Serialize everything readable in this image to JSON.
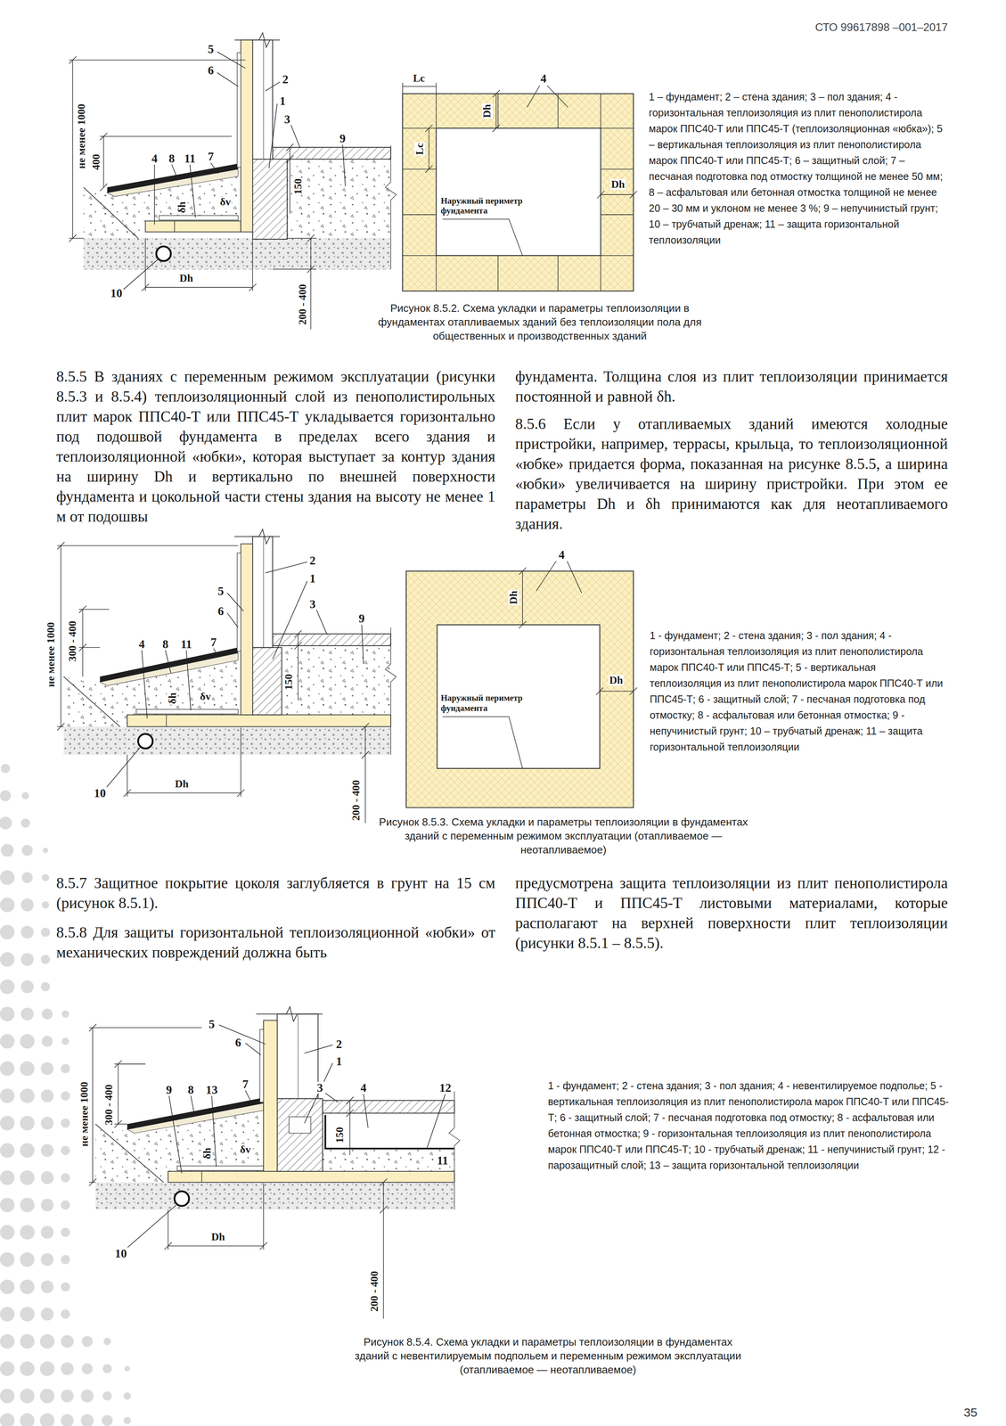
{
  "diagram": {
    "labels": [
      "СТО 99617898 –001–2017",
      "не менее 1000",
      "400",
      "5",
      "6",
      "2",
      "1",
      "3",
      "9",
      "4",
      "8",
      "11",
      "7",
      "150",
      "δh",
      "δv",
      "10",
      "Dh",
      "200 - 400",
      "Lc",
      "4",
      "Dh",
      "Lc",
      "Dh",
      "Наружный периметр фундамента",
      "1 – фундамент; 2 – стена здания; 3 – пол здания; 4 - горизонтальная теплоизоляция из плит пенополистирола марок ППС40-Т или ППС45-Т (теплоизоляционная «юбка»); 5 – вертикальная теплоизоляция из плит пенополистирола марок ППС40-Т или ППС45-Т; 6 – защитный слой; 7 – песчаная подготовка под отмостку толщиной не менее 50 мм; 8 – асфальтовая или бетонная отмостка толщиной не менее 20 – 30 мм и уклоном не менее 3 %; 9 – непучинистый грунт; 10 – трубчатый дренаж; 11 – защита горизонтальной теплоизоляции",
      "Рисунок 8.5.2. Схема укладки и параметры теплоизоляции в фундаментах отапливаемых зданий без теплоизоляции пола для общественных и производственных зданий",
      "8.5.5 В зданиях с переменным режимом эксплуатации (рисунки 8.5.3 и 8.5.4) теплоизоляционный слой из пенополистирольных плит марок ППС40-Т или ППС45-Т укладывается горизонтально под подошвой фундамента в пределах всего здания и теплоизоляционной «юбки», которая выступает за контур здания на ширину Dh и вертикально по внешней поверхности фундамента и цокольной части стены здания на высоту не менее 1 м от подошвы",
      "фундамента. Толщина слоя из плит теплоизоляции принимается постоянной и равной δh.",
      "8.5.6 Если у отапливаемых зданий имеются холодные пристройки, например, террасы, крыльца, то теплоизоляционной «юбке» придается форма, показанная на рисунке 8.5.5, а ширина «юбки» увеличивается на ширину пристройки. При этом ее параметры Dh и δh принимаются как для неотапливаемого здания.",
      "5",
      "6",
      "2",
      "1",
      "3",
      "9",
      "не менее 1000",
      "300 - 400",
      "4",
      "8",
      "11",
      "7",
      "150",
      "δh",
      "δv",
      "10",
      "Dh",
      "200 - 400",
      "4",
      "Dh",
      "Dh",
      "Наружный периметр фундамента",
      "1 - фундамент; 2 - стена здания; 3 - пол здания; 4 - горизонтальная теплоизоляция из плит пенополистирола марок ППС40-Т или ППС45-Т; 5 - вертикальная теплоизоляция из плит пенополистирола марок ППС40-Т или ППС45-Т; 6 - защитный слой; 7 - песчаная подготовка под отмостку; 8 - асфальтовая или бетонная отмостка; 9 - непучинистый грунт; 10 – трубчатый дренаж; 11 – защита горизонтальной теплоизоляции",
      "Рисунок 8.5.3. Схема укладки и параметры теплоизоляции в фундаментах зданий с переменным режимом эксплуатации (отапливаемое — неотапливаемое)",
      "8.5.7 Защитное покрытие цоколя заглубляется в грунт на 15 см (рисунок 8.5.1).",
      "8.5.8 Для защиты горизонтальной теплоизоляционной «юбки» от механических повреждений должна быть",
      "предусмотрена защита теплоизоляции из плит пенополистирола ППС40-Т и ППС45-Т листовыми материалами, которые располагают на верхней поверхности плит теплоизоляции (рисунки 8.5.1 – 8.5.5).",
      "5",
      "6",
      "2",
      "1",
      "3",
      "4",
      "12",
      "не менее 1000",
      "300 - 400",
      "9",
      "8",
      "13",
      "7",
      "150",
      "δh",
      "δv",
      "11",
      "10",
      "Dh",
      "200 - 400",
      "1 - фундамент; 2 - стена здания; 3 - пол здания; 4 - невентилируемое подполье; 5 - вертикальная теплоизоляция из плит пенополистирола марок ППС40-Т или ППС45-Т; 6 - защитный слой; 7 - песчаная подготовка под отмостку; 8 - асфальтовая или бетонная отмостка; 9 - горизонтальная теплоизоляция из плит пенополистирола марок ППС40-Т или ППС45-Т; 10 - трубчатый дренаж; 11 - непучинистый грунт; 12 - парозащитный слой; 13 – защита горизонтальной теплоизоляции",
      "Рисунок 8.5.4. Схема укладки и параметры теплоизоляции в фундаментах зданий с невентилируемым подпольем и переменным режимом эксплуатации (отапливаемое — неотапливаемое)",
      "35"
    ]
  }
}
